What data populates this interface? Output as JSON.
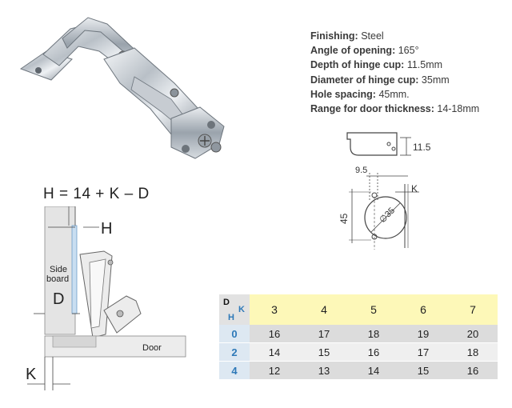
{
  "specs": [
    {
      "label": "Finishing:",
      "value": " Steel"
    },
    {
      "label": "Angle of opening:",
      "value": " 165°"
    },
    {
      "label": "Depth of hinge cup:",
      "value": " 11.5mm"
    },
    {
      "label": "Diameter of hinge cup:",
      "value": " 35mm"
    },
    {
      "label": "Hole spacing:",
      "value": " 45mm."
    },
    {
      "label": "Range for door thickness:",
      "value": " 14-18mm"
    }
  ],
  "formula": "H = 14 + K – D",
  "install_diagram": {
    "h_label": "H",
    "side_board_line1": "Side",
    "side_board_line2": "board",
    "d_label": "D",
    "door_label": "Door",
    "k_label": "K"
  },
  "cup_diagram": {
    "depth": "11.5",
    "offset": "9.5",
    "spacing": "45",
    "diameter": "∅35",
    "k_label": "K"
  },
  "table": {
    "corner_d": "D",
    "corner_h": "H",
    "corner_k": "K",
    "k_values": [
      "3",
      "4",
      "5",
      "6",
      "7"
    ],
    "rows": [
      {
        "h": "0",
        "values": [
          "16",
          "17",
          "18",
          "19",
          "20"
        ]
      },
      {
        "h": "2",
        "values": [
          "14",
          "15",
          "16",
          "17",
          "18"
        ]
      },
      {
        "h": "4",
        "values": [
          "12",
          "13",
          "14",
          "15",
          "16"
        ]
      }
    ]
  }
}
